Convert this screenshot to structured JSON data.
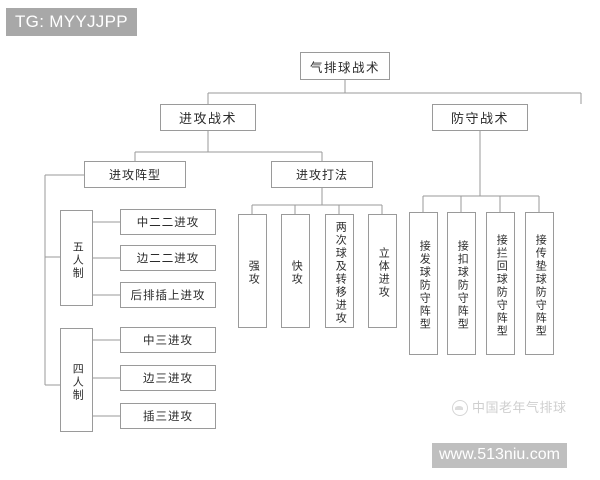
{
  "overlay": {
    "tg_label": "TG: MYYJJPP",
    "watermark_url": "www.513niu.com",
    "watermark_brand": "中国老年气排球",
    "logo_icon": "volleyball-logo-icon"
  },
  "colors": {
    "background": "#ffffff",
    "box_border": "#9a9a9a",
    "connector": "#9a9a9a",
    "text": "#2b2b2b",
    "tg_badge_bg": "#a8a8a8",
    "watermark_bg": "#bfbfbf",
    "watermark_text": "#ffffff",
    "brand_text": "#cfcfcf"
  },
  "chart_data": {
    "type": "diagram",
    "title": "气排球战术",
    "orientation": "top-down-tree",
    "nodes": [
      {
        "id": "root",
        "label": "气排球战术",
        "level": 0,
        "text_dir": "horizontal"
      },
      {
        "id": "off",
        "label": "进攻战术",
        "level": 1,
        "text_dir": "horizontal"
      },
      {
        "id": "def",
        "label": "防守战术",
        "level": 1,
        "text_dir": "horizontal"
      },
      {
        "id": "off_f",
        "label": "进攻阵型",
        "level": 2,
        "text_dir": "horizontal"
      },
      {
        "id": "off_p",
        "label": "进攻打法",
        "level": 2,
        "text_dir": "horizontal"
      },
      {
        "id": "five",
        "label": "五人制",
        "level": 3,
        "text_dir": "vertical"
      },
      {
        "id": "four",
        "label": "四人制",
        "level": 3,
        "text_dir": "vertical"
      },
      {
        "id": "f1",
        "label": "中二二进攻",
        "level": 4,
        "text_dir": "horizontal"
      },
      {
        "id": "f2",
        "label": "边二二进攻",
        "level": 4,
        "text_dir": "horizontal"
      },
      {
        "id": "f3",
        "label": "后排插上进攻",
        "level": 4,
        "text_dir": "horizontal"
      },
      {
        "id": "f4",
        "label": "中三进攻",
        "level": 4,
        "text_dir": "horizontal"
      },
      {
        "id": "f5",
        "label": "边三进攻",
        "level": 4,
        "text_dir": "horizontal"
      },
      {
        "id": "f6",
        "label": "插三进攻",
        "level": 4,
        "text_dir": "horizontal"
      },
      {
        "id": "p1",
        "label": "强攻",
        "level": 3,
        "text_dir": "vertical"
      },
      {
        "id": "p2",
        "label": "快攻",
        "level": 3,
        "text_dir": "vertical"
      },
      {
        "id": "p3",
        "label": "两次球及转移进攻",
        "level": 3,
        "text_dir": "vertical"
      },
      {
        "id": "p4",
        "label": "立体进攻",
        "level": 3,
        "text_dir": "vertical"
      },
      {
        "id": "d1",
        "label": "接发球防守阵型",
        "level": 2,
        "text_dir": "vertical"
      },
      {
        "id": "d2",
        "label": "接扣球防守阵型",
        "level": 2,
        "text_dir": "vertical"
      },
      {
        "id": "d3",
        "label": "接拦回球防守阵型",
        "level": 2,
        "text_dir": "vertical"
      },
      {
        "id": "d4",
        "label": "接传垫球防守阵型",
        "level": 2,
        "text_dir": "vertical"
      }
    ],
    "edges": [
      [
        "root",
        "off"
      ],
      [
        "root",
        "def"
      ],
      [
        "off",
        "off_f"
      ],
      [
        "off",
        "off_p"
      ],
      [
        "off_f",
        "five"
      ],
      [
        "off_f",
        "four"
      ],
      [
        "five",
        "f1"
      ],
      [
        "five",
        "f2"
      ],
      [
        "five",
        "f3"
      ],
      [
        "four",
        "f4"
      ],
      [
        "four",
        "f5"
      ],
      [
        "four",
        "f6"
      ],
      [
        "off_p",
        "p1"
      ],
      [
        "off_p",
        "p2"
      ],
      [
        "off_p",
        "p3"
      ],
      [
        "off_p",
        "p4"
      ],
      [
        "def",
        "d1"
      ],
      [
        "def",
        "d2"
      ],
      [
        "def",
        "d3"
      ],
      [
        "def",
        "d4"
      ]
    ]
  },
  "nodes": {
    "root": "气排球战术",
    "off": "进攻战术",
    "def": "防守战术",
    "off_f": "进攻阵型",
    "off_p": "进攻打法",
    "five": "五人制",
    "four": "四人制",
    "f1": "中二二进攻",
    "f2": "边二二进攻",
    "f3": "后排插上进攻",
    "f4": "中三进攻",
    "f5": "边三进攻",
    "f6": "插三进攻",
    "p1": "强攻",
    "p2": "快攻",
    "p3": "两次球及转移进攻",
    "p4": "立体进攻",
    "d1": "接发球防守阵型",
    "d2": "接扣球防守阵型",
    "d3": "接拦回球防守阵型",
    "d4": "接传垫球防守阵型"
  }
}
